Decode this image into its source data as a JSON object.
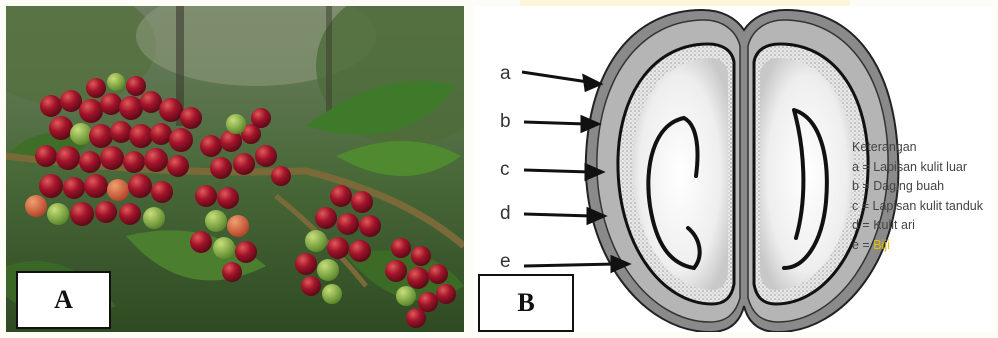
{
  "panel_a": {
    "label": "A"
  },
  "panel_b": {
    "label": "B",
    "part_letters": [
      "a",
      "b",
      "c",
      "d",
      "e"
    ],
    "legend_title": "Keterangan",
    "legend": [
      {
        "key": "a",
        "sep": " = ",
        "text": "Lapisan kulit luar"
      },
      {
        "key": "b",
        "sep": " = ",
        "text": "Daging buah"
      },
      {
        "key": "c",
        "sep": " = ",
        "text": "Lapisan kulit tanduk"
      },
      {
        "key": "d",
        "sep": " = ",
        "text": "Kulit ari"
      },
      {
        "key": "e",
        "sep": " = ",
        "text": "Biji",
        "highlight": "#e3c100"
      }
    ]
  }
}
